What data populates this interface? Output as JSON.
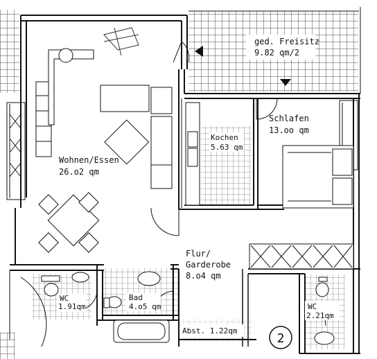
{
  "rooms": {
    "terrace": {
      "name": "ged. Freisitz",
      "area": "9.82 qm/2"
    },
    "living": {
      "name": "Wohnen/Essen",
      "area": "26.o2 qm"
    },
    "kitchen": {
      "name": "Kochen",
      "area": "5.63 qm"
    },
    "bedroom": {
      "name": "Schlafen",
      "area": "13.oo qm"
    },
    "hall": {
      "name_line1": "Flur/",
      "name_line2": "Garderobe",
      "area": "8.o4 qm"
    },
    "wc_left": {
      "name": "WC",
      "area": "1.91qm"
    },
    "bath": {
      "name": "Bad",
      "area": "4.o5 qm"
    },
    "wc_right": {
      "name": "WC",
      "area": "2.21qm"
    },
    "storage": {
      "name_area": "Abst. 1.22qm"
    }
  },
  "unit_number": "2"
}
